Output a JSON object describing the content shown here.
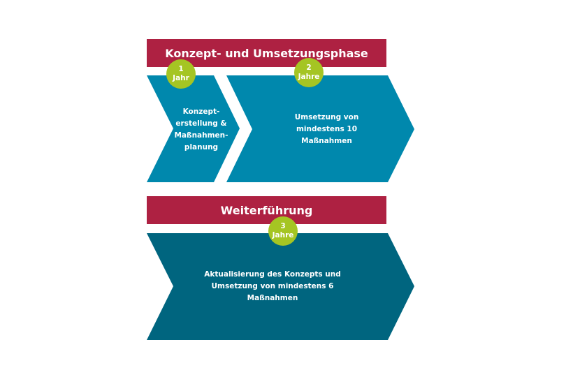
{
  "colors": {
    "banner": "#ae2142",
    "chevron_light": "#0088ad",
    "chevron_dark": "#00657f",
    "badge": "#a5c523"
  },
  "phase1": {
    "title": "Konzept- und Umsetzungsphase",
    "steps": [
      {
        "badge_num": "1",
        "badge_unit": "Jahr",
        "text": "Konzept-\nerstellung &\nMaßnahmen-\nplanung"
      },
      {
        "badge_num": "2",
        "badge_unit": "Jahre",
        "text": "Umsetzung von\nmindestens 10\nMaßnahmen"
      }
    ]
  },
  "phase2": {
    "title": "Weiterführung",
    "steps": [
      {
        "badge_num": "3",
        "badge_unit": "Jahre",
        "text": "Aktualisierung des Konzepts und\nUmsetzung von mindestens 6\nMaßnahmen"
      }
    ]
  }
}
